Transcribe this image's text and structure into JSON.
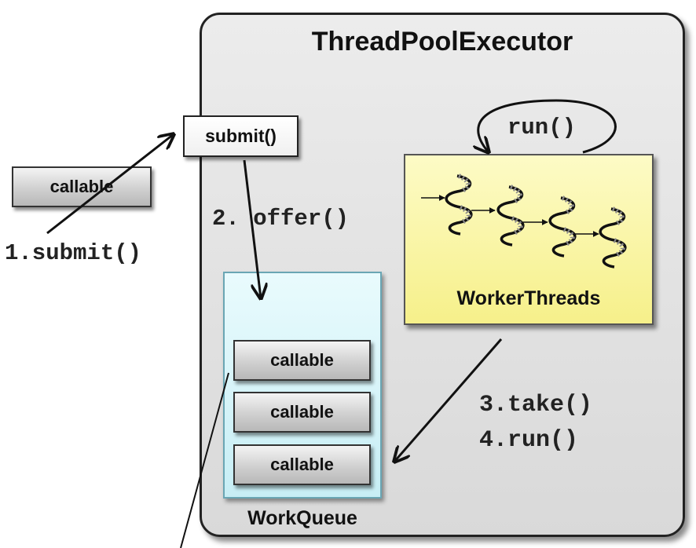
{
  "executor": {
    "title": "ThreadPoolExecutor"
  },
  "client": {
    "callable_label": "callable",
    "step1_label": "1.submit()"
  },
  "submit": {
    "label": "submit()"
  },
  "offer": {
    "label": "2. offer()"
  },
  "workers": {
    "run_label": "run()",
    "label": "WorkerThreads"
  },
  "queue": {
    "label": "WorkQueue",
    "items": [
      {
        "label": "callable"
      },
      {
        "label": "callable"
      },
      {
        "label": "callable"
      }
    ]
  },
  "steps": {
    "take_label": "3.take()",
    "run_label": "4.run()"
  },
  "colors": {
    "executor_fill": "#dedede",
    "workers_fill": "#f8f4a0",
    "queue_fill": "#d4f3f8",
    "callable_fill": "#c8c8c8",
    "arrow": "#111111"
  }
}
